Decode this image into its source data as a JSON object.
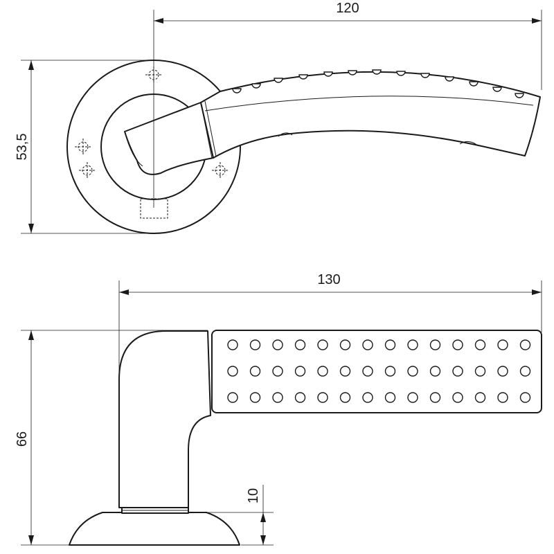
{
  "dimensions": {
    "top_length": "120",
    "top_height": "53,5",
    "bottom_length": "130",
    "bottom_height": "66",
    "rose_height": "10"
  },
  "colors": {
    "line": "#1a1a1a",
    "background": "#ffffff"
  }
}
